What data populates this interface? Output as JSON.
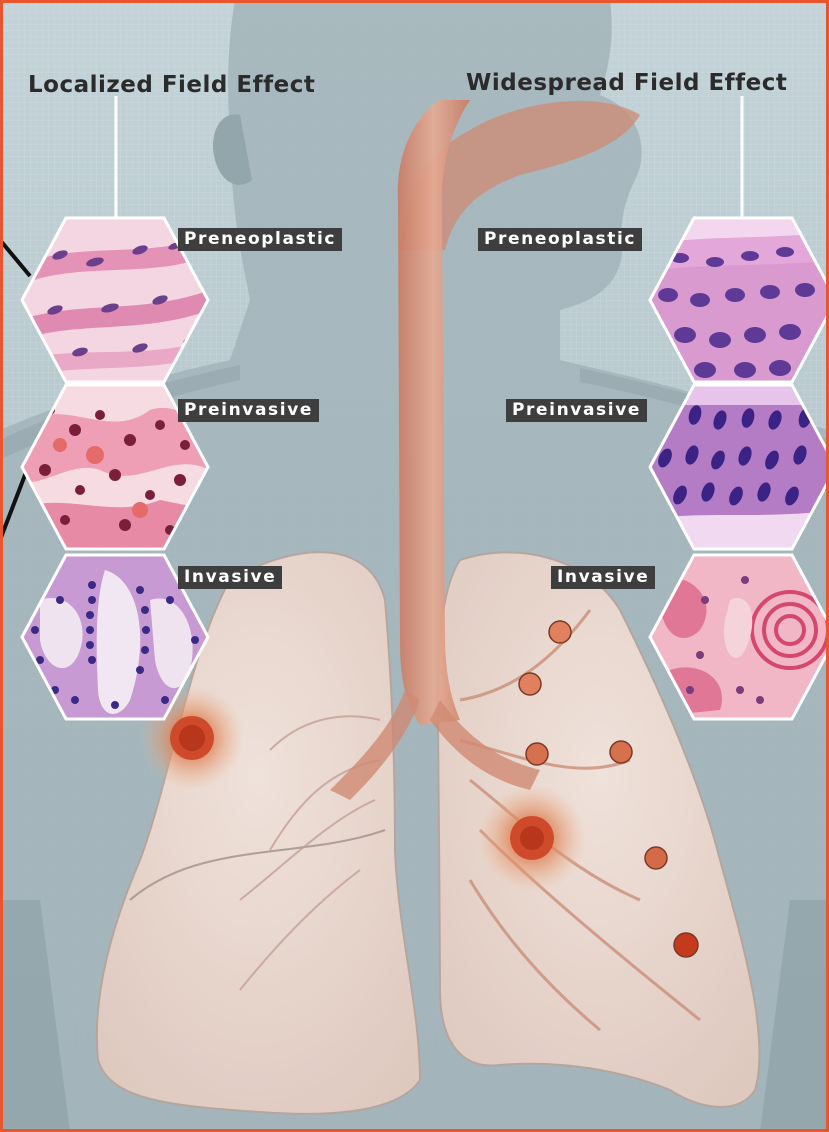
{
  "titles": {
    "left": "Localized Field Effect",
    "right": "Widespread Field Effect"
  },
  "left_panels": [
    {
      "label": "Preneoplastic",
      "tissue": "stroma-spindle"
    },
    {
      "label": "Preinvasive",
      "tissue": "alveolar-atypical"
    },
    {
      "label": "Invasive",
      "tissue": "glandular-adenocarcinoma"
    }
  ],
  "right_panels": [
    {
      "label": "Preneoplastic",
      "tissue": "squamous-epithelium"
    },
    {
      "label": "Preinvasive",
      "tissue": "dysplastic-epithelium"
    },
    {
      "label": "Invasive",
      "tissue": "squamous-cell-carcinoma-keratin-pearl"
    }
  ],
  "colors": {
    "frame": "#e8552e",
    "background": "#b9cbd1",
    "silhouette": "#9fb1b7",
    "lung": "#f1dcd2",
    "trachea": "#d9967f",
    "lesion": "#cf4a2b",
    "label_bg": "#3e3e3e",
    "title_text": "#2b2b2b"
  }
}
